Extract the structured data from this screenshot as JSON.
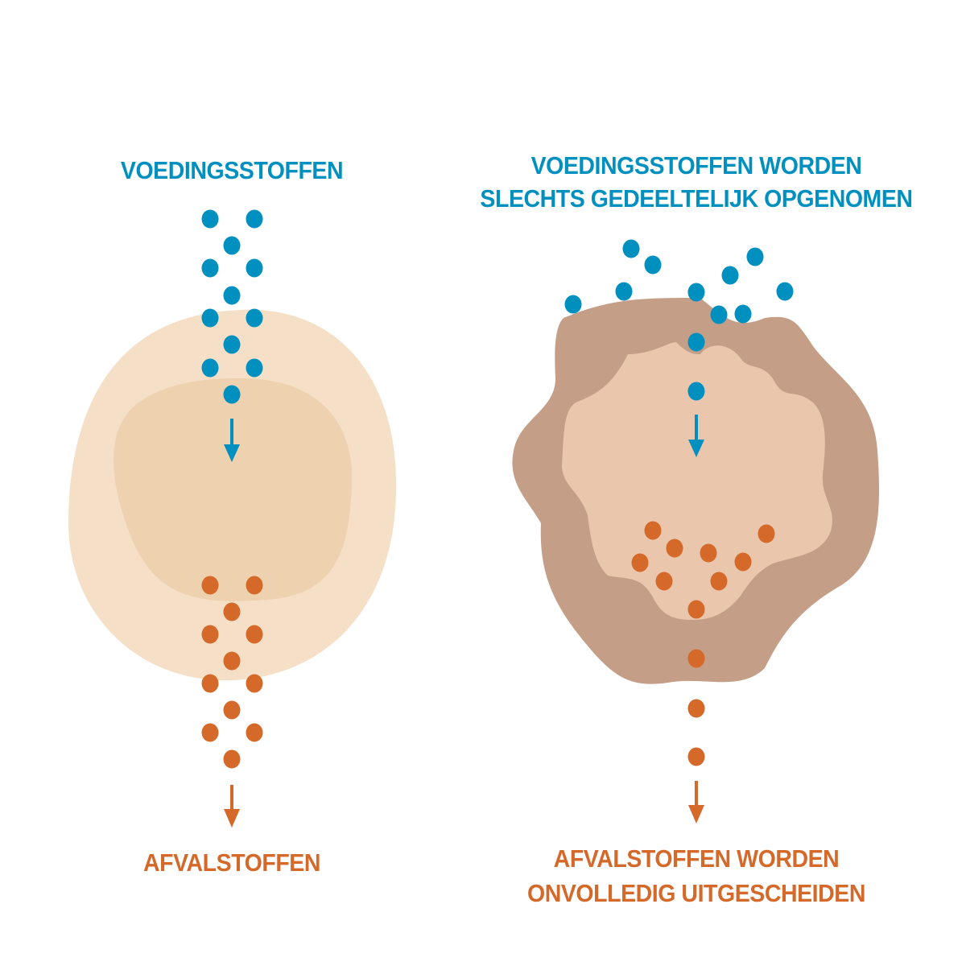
{
  "colors": {
    "nutrient": "#0090c0",
    "waste": "#d4692a",
    "healthy_outer": "#f5dfc6",
    "healthy_inner": "#eed1ae",
    "damaged_outer": "#c49e87",
    "damaged_inner": "#eac6ad"
  },
  "left": {
    "top_label": "VOEDINGSSTOFFEN",
    "bottom_label": "AFVALSTOFFEN"
  },
  "right": {
    "top_label_line1": "VOEDINGSSTOFFEN WORDEN",
    "top_label_line2": "SLECHTS GEDEELTELIJK OPGENOMEN",
    "bottom_label_line1": "AFVALSTOFFEN WORDEN",
    "bottom_label_line2": "ONVOLLEDIG UITGESCHEIDEN"
  }
}
